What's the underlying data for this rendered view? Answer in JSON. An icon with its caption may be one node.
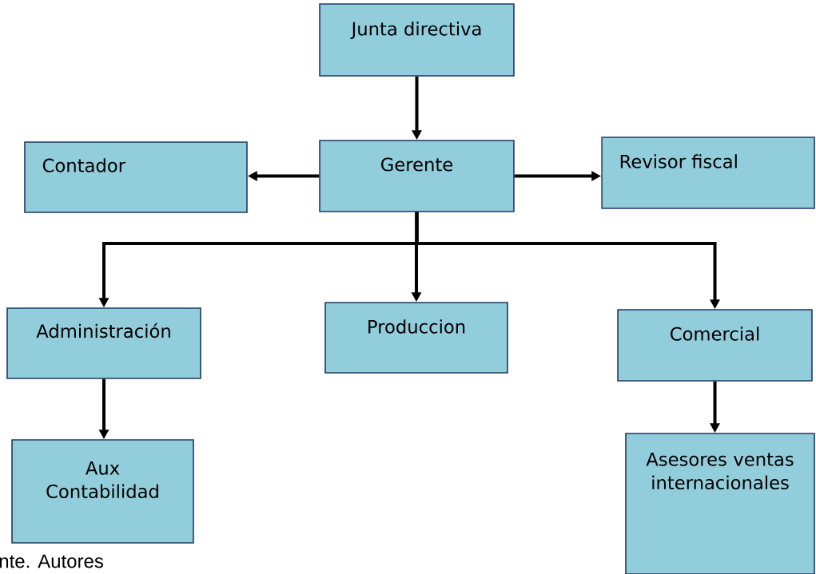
{
  "diagram": {
    "nodes": [
      {
        "text": [
          "Junta directiva"
        ]
      },
      {
        "text": [
          "Gerente"
        ]
      },
      {
        "text": [
          "Contador"
        ]
      },
      {
        "text": [
          "Revisor fiscal"
        ]
      },
      {
        "text": [
          "Administración"
        ]
      },
      {
        "text": [
          "Produccion"
        ]
      },
      {
        "text": [
          "Comercial"
        ]
      },
      {
        "text": [
          "Aux Contabilidad"
        ]
      },
      {
        "text": [
          "Asesores ventas internacionales"
        ]
      }
    ],
    "edges": [
      {
        "from": 0,
        "to": 1,
        "arrow": "to"
      },
      {
        "from": 1,
        "to": 2,
        "arrow": "to"
      },
      {
        "from": 1,
        "to": 3,
        "arrow": "to"
      },
      {
        "from": 1,
        "to": 4,
        "arrow": "to"
      },
      {
        "from": 1,
        "to": 5,
        "arrow": "to"
      },
      {
        "from": 1,
        "to": 6,
        "arrow": "to"
      },
      {
        "from": 4,
        "to": 7,
        "arrow": "to"
      },
      {
        "from": 6,
        "to": 8,
        "arrow": "to"
      }
    ],
    "labels": [
      "nte. Autores"
    ]
  }
}
